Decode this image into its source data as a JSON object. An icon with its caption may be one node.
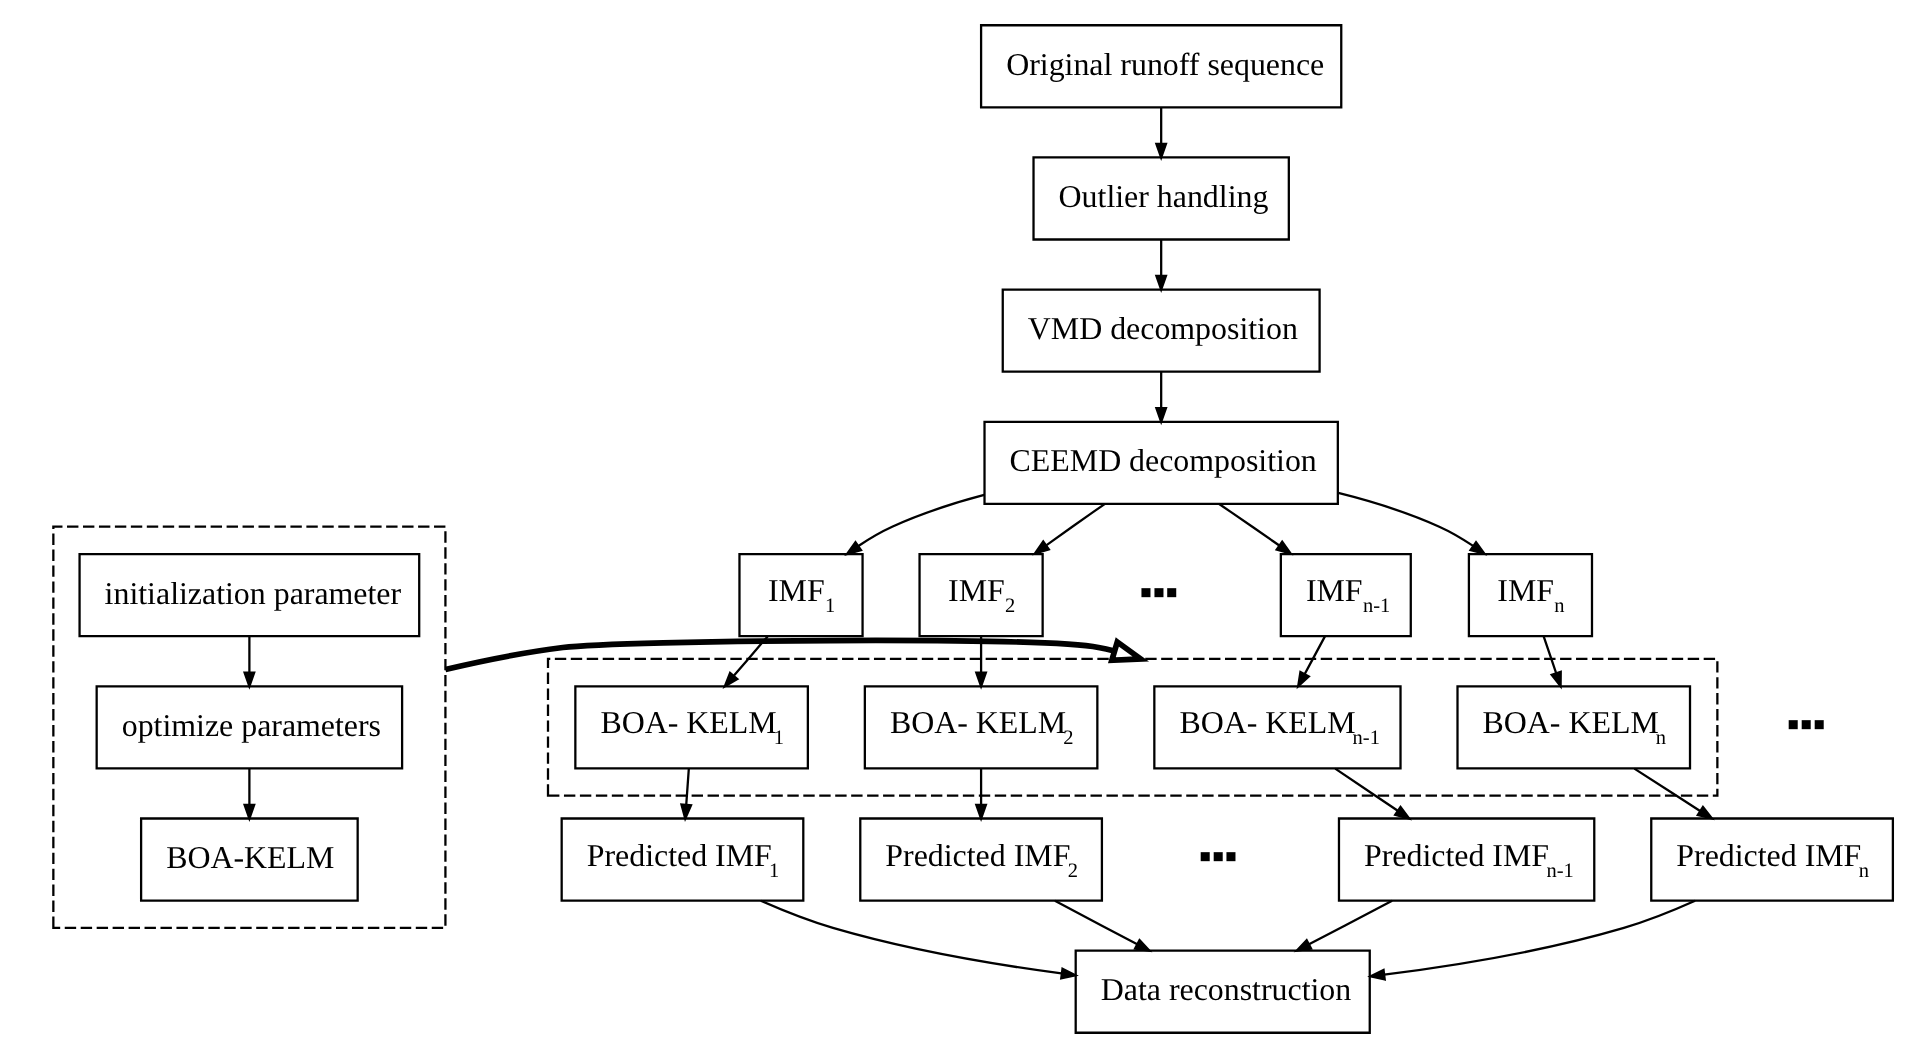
{
  "diagram": {
    "nodes": [
      {
        "text": [
          "Original runoff sequence"
        ]
      },
      {
        "text": [
          "Outlier handling"
        ]
      },
      {
        "text": [
          "VMD decomposition"
        ]
      },
      {
        "text": [
          "CEEMD decomposition"
        ]
      },
      {
        "text": [],
        "shape": "box"
      },
      {
        "text": [
          "initialization parameter"
        ],
        "in": 4
      },
      {
        "text": [
          "optimize parameters"
        ],
        "in": 4
      },
      {
        "text": [
          "BOA-KELM"
        ],
        "in": 4
      },
      {
        "text": [
          "IMF$_{1}$"
        ]
      },
      {
        "text": [
          "IMF$_{2}$"
        ]
      },
      {
        "text": [
          "IMF$_{n-1}$"
        ]
      },
      {
        "text": [
          "IMF$_{n}$"
        ]
      },
      {
        "text": [],
        "shape": "box"
      },
      {
        "text": [
          "BOA- KELM$_{1}$"
        ],
        "in": 12
      },
      {
        "text": [
          "BOA- KELM$_{2}$"
        ],
        "in": 12
      },
      {
        "text": [
          "BOA- KELM$_{n-1}$"
        ],
        "in": 12
      },
      {
        "text": [
          "BOA- KELM$_{n}$"
        ],
        "in": 12
      },
      {
        "text": [
          "Predicted IMF$_{1}$"
        ]
      },
      {
        "text": [
          "Predicted IMF$_{2}$"
        ]
      },
      {
        "text": [
          "Predicted IMF$_{n-1}$"
        ]
      },
      {
        "text": [
          "Predicted IMF$_{n}$"
        ]
      },
      {
        "text": [
          "Data reconstruction"
        ]
      }
    ],
    "edges": [
      {
        "from": 0,
        "to": 1,
        "arrow": "to"
      },
      {
        "from": 1,
        "to": 2,
        "arrow": "to"
      },
      {
        "from": 2,
        "to": 3,
        "arrow": "to"
      },
      {
        "from": 3,
        "to": 8,
        "arrow": "to"
      },
      {
        "from": 3,
        "to": 9,
        "arrow": "to"
      },
      {
        "from": 3,
        "to": 10,
        "arrow": "to"
      },
      {
        "from": 3,
        "to": 11,
        "arrow": "to"
      },
      {
        "from": 5,
        "to": 6,
        "arrow": "to"
      },
      {
        "from": 6,
        "to": 7,
        "arrow": "to"
      },
      {
        "from": 4,
        "to": 12,
        "arrow": "to",
        "style": "thick"
      },
      {
        "from": 8,
        "to": 13,
        "arrow": "to"
      },
      {
        "from": 9,
        "to": 14,
        "arrow": "to"
      },
      {
        "from": 10,
        "to": 15,
        "arrow": "to"
      },
      {
        "from": 11,
        "to": 16,
        "arrow": "to"
      },
      {
        "from": 13,
        "to": 17,
        "arrow": "to"
      },
      {
        "from": 14,
        "to": 18,
        "arrow": "to"
      },
      {
        "from": 15,
        "to": 19,
        "arrow": "to"
      },
      {
        "from": 16,
        "to": 20,
        "arrow": "to"
      },
      {
        "from": 17,
        "to": 21,
        "arrow": "to"
      },
      {
        "from": 18,
        "to": 21,
        "arrow": "to"
      },
      {
        "from": 19,
        "to": 21,
        "arrow": "to"
      },
      {
        "from": 20,
        "to": 21,
        "arrow": "to"
      }
    ],
    "labels": [
      "▪▪▪",
      "▪▪▪",
      "▪▪▪"
    ]
  }
}
